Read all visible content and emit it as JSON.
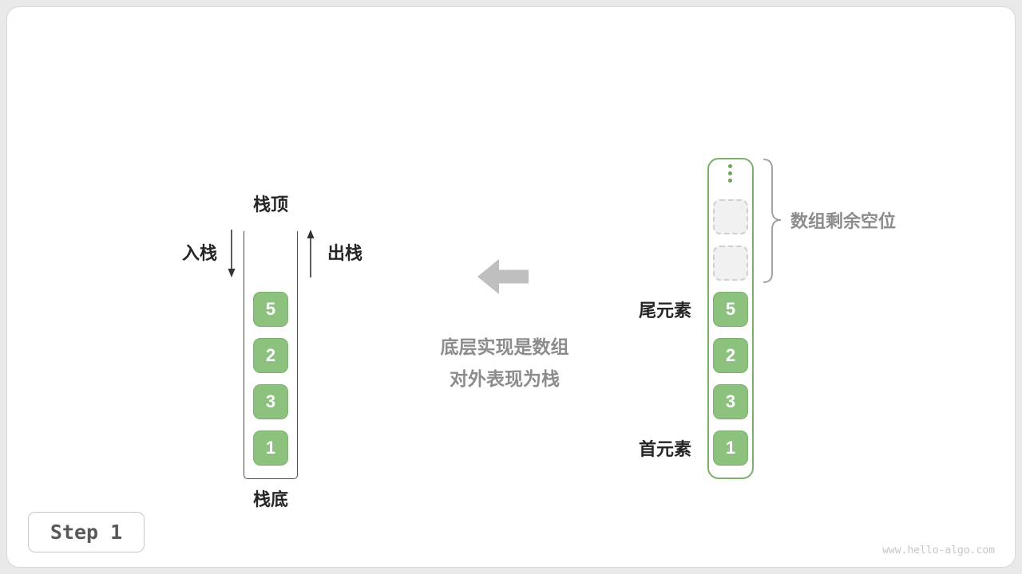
{
  "colors": {
    "cell_green": "#8CC27E",
    "array_border_green": "#7BAF6B",
    "caption_gray": "#8C8C8C",
    "block_arrow_gray": "#BFBFBF"
  },
  "stack_diagram": {
    "top_label": "栈顶",
    "bottom_label": "栈底",
    "push_label": "入栈",
    "pop_label": "出栈",
    "cells": [
      "5",
      "2",
      "3",
      "1"
    ]
  },
  "caption": {
    "line1": "底层实现是数组",
    "line2": "对外表现为栈"
  },
  "array_diagram": {
    "tail_label": "尾元素",
    "head_label": "首元素",
    "free_slots_label": "数组剩余空位",
    "empty_slot_count": 2,
    "cells": [
      "5",
      "2",
      "3",
      "1"
    ]
  },
  "footer": {
    "step_label": "Step 1",
    "watermark": "www.hello-algo.com"
  }
}
